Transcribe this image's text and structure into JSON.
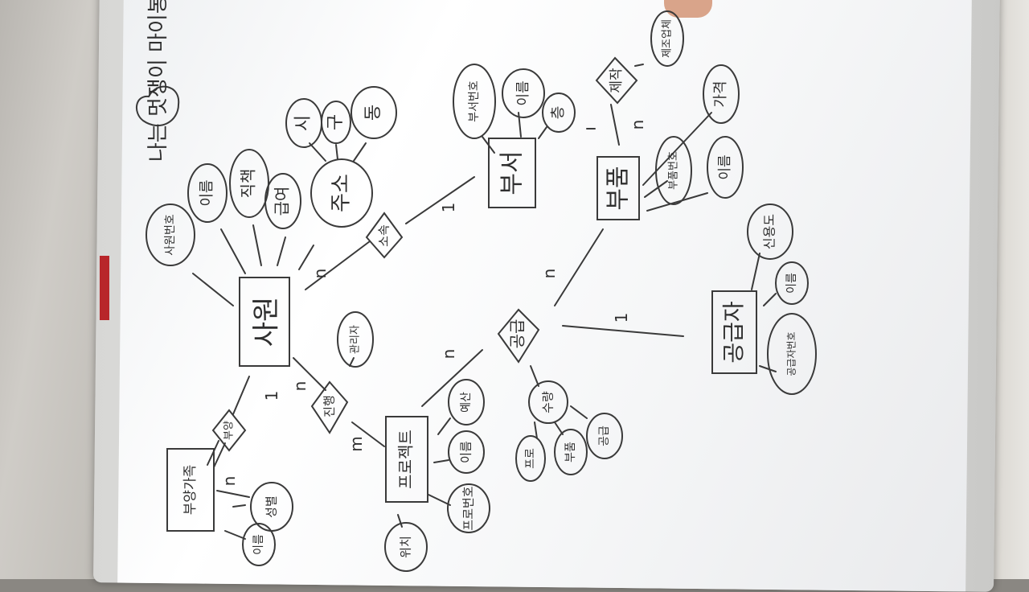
{
  "photo": {
    "subject": "whiteboard entity-relationship diagram (photographed rotated 90°)",
    "ink_color": "#3a3a3a"
  },
  "corner_text": "나는 멋쟁이 마이봉짱!",
  "entities": {
    "employee": "사원",
    "department": "부서",
    "part": "부품",
    "supplier": "공급자",
    "project": "프로젝트",
    "dependent": "부양가족"
  },
  "relationships": {
    "belongs": "소속",
    "supplies": "공급",
    "works_on": "진행",
    "supports": "부양",
    "manufactures": "제작"
  },
  "attributes": {
    "employee": [
      "사원번호",
      "이름",
      "직책",
      "급여"
    ],
    "address": {
      "label": "주소",
      "parts": [
        "시",
        "구",
        "동"
      ]
    },
    "department": [
      "부서번호",
      "이름",
      "층"
    ],
    "part": [
      "부품번호",
      "이름",
      "가격"
    ],
    "manufacture": "제조업체",
    "supplier": [
      "신용도",
      "이름",
      "공급자번호"
    ],
    "project": [
      "예산",
      "이름",
      "프로번호",
      "위치"
    ],
    "works_on": "관리자",
    "supplies": {
      "label": "수량",
      "parts": [
        "프로",
        "부품",
        "공급"
      ]
    },
    "dependent": [
      "성별",
      "이름"
    ]
  },
  "cardinality": {
    "belongs_employee": "n",
    "belongs_department": "1",
    "supplies_part": "n",
    "supplies_supplier": "1",
    "supplies_project": "n",
    "manufactures_part": "n",
    "works_on_employee": "n",
    "works_on_project": "m",
    "supports_employee": "1",
    "supports_dependent": "n"
  }
}
